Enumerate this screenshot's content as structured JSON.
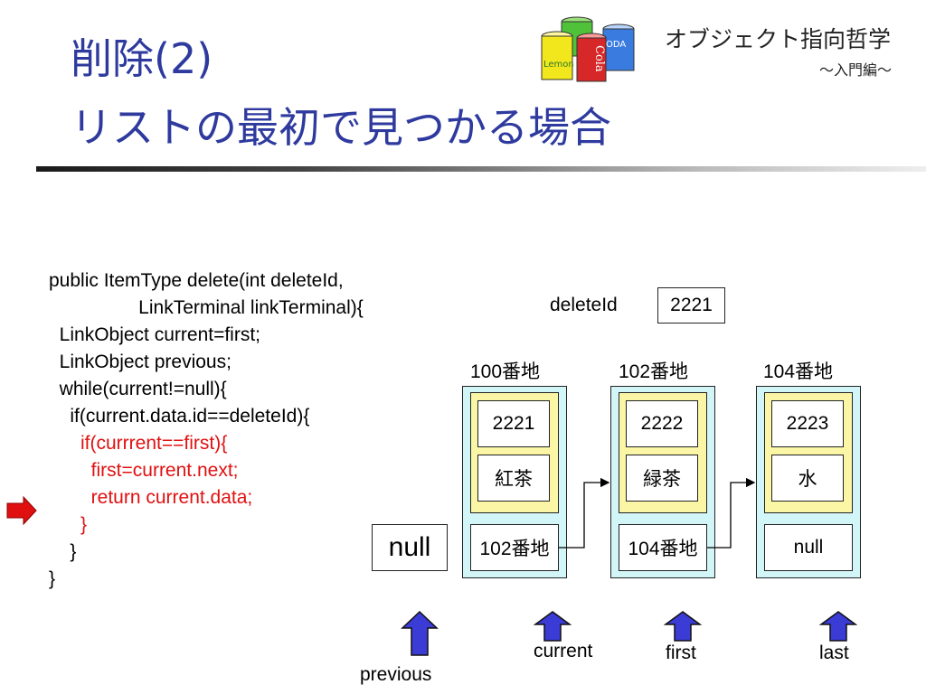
{
  "header": {
    "title_line1": "削除(2)",
    "title_line2": "リストの最初で見つかる場合",
    "brand": "オブジェクト指向哲学",
    "subtitle": "～入門編～",
    "logo_labels": [
      "Lemon",
      "Cola",
      "ODA"
    ]
  },
  "code": [
    {
      "text": "public ItemType delete(int deleteId,",
      "color": "black"
    },
    {
      "text": "                 LinkTerminal linkTerminal){",
      "color": "black"
    },
    {
      "text": "  LinkObject current=first;",
      "color": "black"
    },
    {
      "text": "  LinkObject previous;",
      "color": "black"
    },
    {
      "text": "  while(current!=null){",
      "color": "black"
    },
    {
      "text": "    if(current.data.id==deleteId){",
      "color": "black"
    },
    {
      "text": "      if(currrent==first){",
      "color": "red"
    },
    {
      "text": "        first=current.next;",
      "color": "red"
    },
    {
      "text": "        return current.data;",
      "color": "red"
    },
    {
      "text": "      }",
      "color": "red"
    },
    {
      "text": "    }",
      "color": "black"
    },
    {
      "text": "}",
      "color": "black"
    }
  ],
  "diagram": {
    "delete_id_label": "deleteId",
    "delete_id_value": "2221",
    "null_box": "null",
    "nodes": [
      {
        "address": "100番地",
        "id": "2221",
        "name": "紅茶",
        "next": "102番地"
      },
      {
        "address": "102番地",
        "id": "2222",
        "name": "緑茶",
        "next": "104番地"
      },
      {
        "address": "104番地",
        "id": "2223",
        "name": "水",
        "next": "null"
      }
    ],
    "pointers": [
      "previous",
      "current",
      "first",
      "last"
    ]
  },
  "colors": {
    "title": "#2e3a9e",
    "code_highlight": "#e01010",
    "node_bg": "#d2f5f7",
    "inner_bg": "#fbf6a6",
    "pointer_arrow": "#3b3bd6",
    "current_line_marker": "#e01010"
  }
}
